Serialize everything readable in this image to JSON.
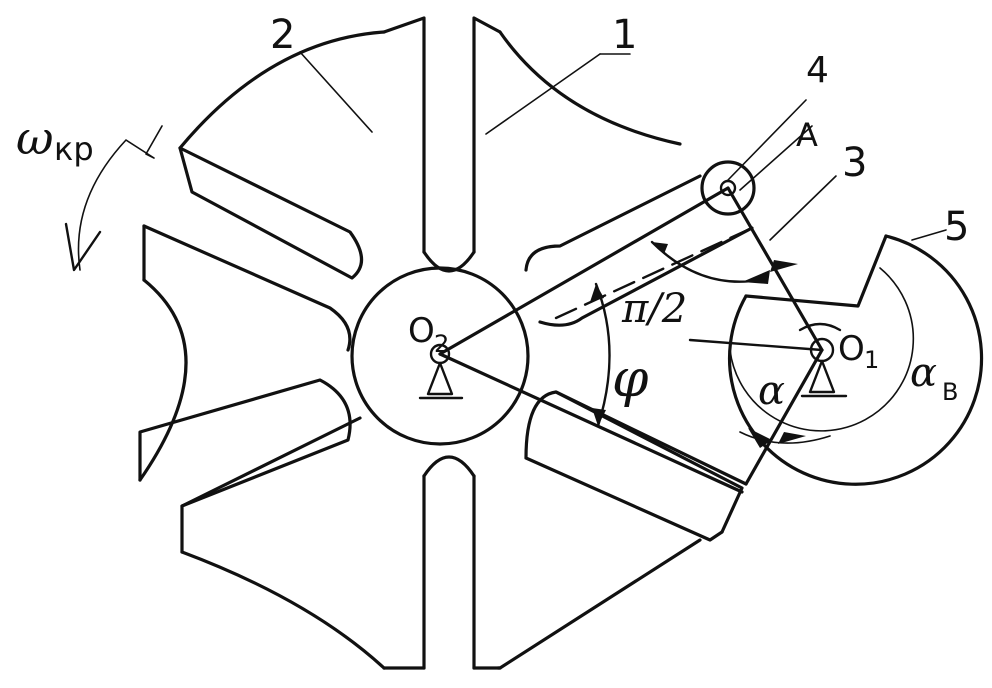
{
  "labels": {
    "part1": "1",
    "part2": "2",
    "part3": "3",
    "part4": "4",
    "part5": "5",
    "pointA": "A",
    "o2_main": "O",
    "o2_sub": "2",
    "o1_main": "O",
    "o1_sub": "1",
    "omega_main": "ω",
    "omega_sub": "кр",
    "phi": "φ",
    "pi_half": "π/2",
    "alpha": "α",
    "alpha_b_main": "α",
    "alpha_b_sub": "B"
  },
  "colors": {
    "line": "#111111",
    "background": "#ffffff"
  },
  "icons": {
    "pivot_o1": "triangle-support-icon",
    "pivot_o2": "triangle-support-icon"
  }
}
